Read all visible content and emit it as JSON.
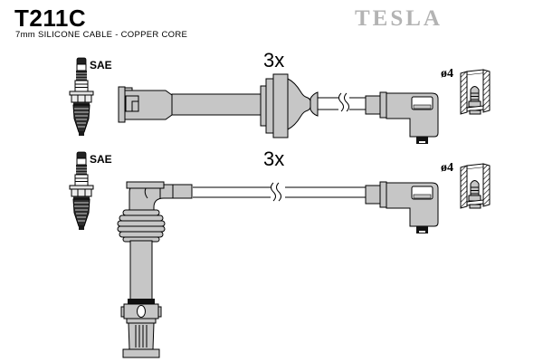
{
  "header": {
    "part_number": "T211C",
    "subtitle": "7mm SILICONE CABLE - COPPER CORE",
    "brand": "TESLA"
  },
  "rows": [
    {
      "plug_standard": "SAE",
      "quantity": "3x",
      "terminal_diameter": "ø4"
    },
    {
      "plug_standard": "SAE",
      "quantity": "3x",
      "terminal_diameter": "ø4"
    }
  ],
  "icons": [
    "spark-plug-icon",
    "straight-boot-drawing",
    "grommet-seal-drawing",
    "cable-drawing",
    "angled-boot-drawing",
    "terminal-cross-section",
    "coil-top-boot-drawing"
  ],
  "colors": {
    "part_fill": "#c6c6c6",
    "outline": "#000000",
    "brand_gray": "#b3b3b3",
    "background": "#ffffff"
  }
}
